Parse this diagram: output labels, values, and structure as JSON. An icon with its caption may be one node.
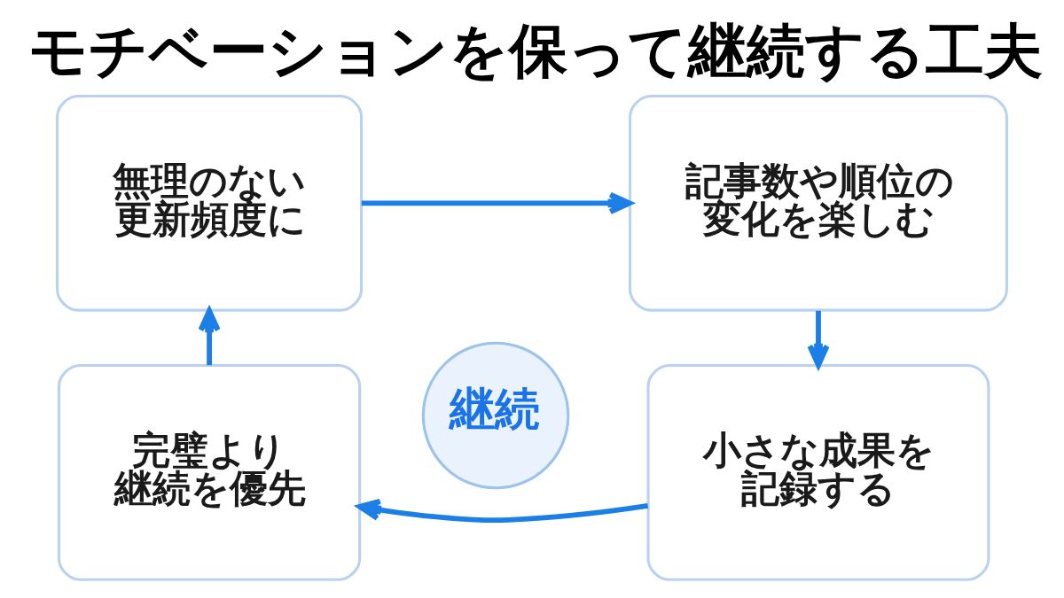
{
  "diagram": {
    "title": "モチベーションを保って継続する工夫",
    "nodes": [
      {
        "text": [
          "無理のない更新頻度に"
        ]
      },
      {
        "text": [
          "記事数や順位の変化を楽しむ"
        ]
      },
      {
        "text": [
          "継続"
        ]
      },
      {
        "text": [
          "完璧より継続を優先"
        ]
      },
      {
        "text": [
          "小さな成果を記録する"
        ]
      }
    ],
    "edges": [
      {
        "from": 0,
        "to": 1,
        "arrow": "to"
      },
      {
        "from": 1,
        "to": 4,
        "arrow": "to"
      },
      {
        "from": 4,
        "to": 3,
        "arrow": "to"
      },
      {
        "from": 3,
        "to": 0,
        "arrow": "to"
      }
    ]
  }
}
